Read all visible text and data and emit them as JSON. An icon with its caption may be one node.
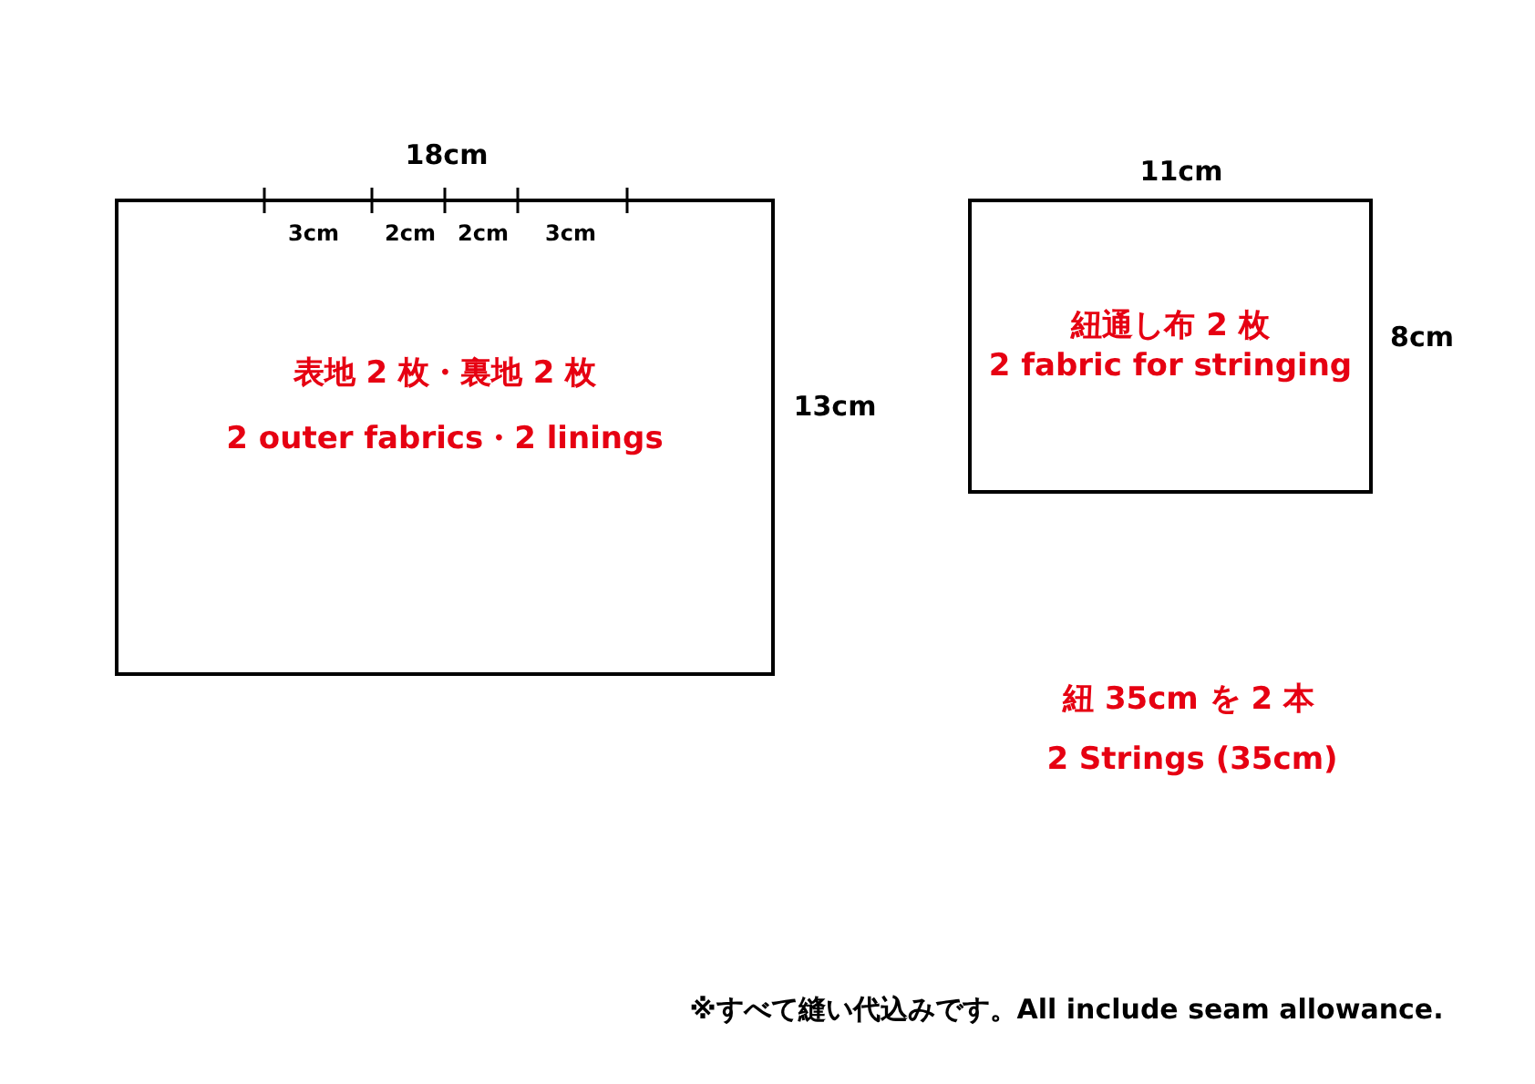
{
  "diagram": {
    "nodes": [
      {
        "text": [
          "表地 2 枚・裏地 2 枚",
          "2 outer fabrics・2 linings"
        ]
      },
      {
        "text": [
          "紐通し布 2 枚",
          "2 fabric for stringing"
        ]
      }
    ],
    "labels": [
      "18cm",
      "3cm",
      "2cm",
      "2cm",
      "3cm",
      "13cm",
      "11cm",
      "8cm",
      "紐 35cm を 2 本",
      "2 Strings (35cm)",
      "※すべて縫い代込みです。All include seam allowance."
    ]
  }
}
